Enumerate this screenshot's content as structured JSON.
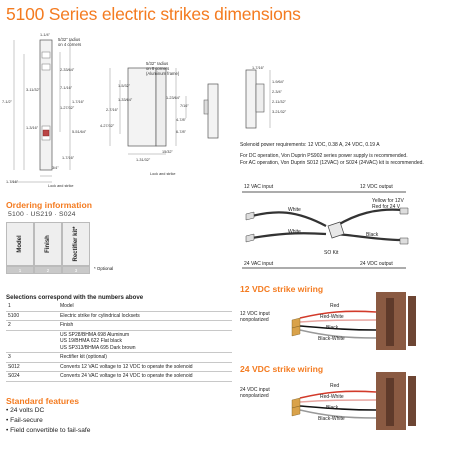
{
  "title": "5100 Series electric strikes dimensions",
  "dims_left": {
    "radius_note": [
      "5/32\" radius",
      "on 4 corners"
    ],
    "top_width": "1-1/4\"",
    "d1": "7-1/2\"",
    "d2": "3-11/32\"",
    "d3": "7-1/16\"",
    "d4": "2-33/64\"",
    "d5": "1-27/32\"",
    "d6": "1-7/16\"",
    "d7": "1-3/16\"",
    "d8": "5-51/64\"",
    "d9": "3/4\"",
    "d10": "1-7/16\"",
    "bottom_width": "1-7/16\"",
    "lock_note": "Lock and strike"
  },
  "dims_mid": {
    "radius_note": [
      "5/32\" radius",
      "on 8 corners",
      "(Aluminum frame)"
    ],
    "d1": "1-5/32\"",
    "d2": "1-33/64\"",
    "d3": "2-7/16\"",
    "d4": "4-27/32\"",
    "d5": "1-23/64\"",
    "d6": "4-7/8\"",
    "d7": "6-7/8\"",
    "d8": "15/32\"",
    "d9": "7/16\"",
    "d10": "1-31/32\"",
    "lock_note": "Lock and strike"
  },
  "dims_right": {
    "d1": "1-7/16\"",
    "d2": "1-9/64\"",
    "d3": "2-3/4\"",
    "d4": "2-11/32\"",
    "d5": "3-21/32\""
  },
  "notes": [
    "Solenoid power requirements: 12 VDC, 0.38 A, 24 VDC, 0.19 A",
    "For DC operation, Von Duprin PS902 series power supply is recommended.",
    "For AC operation, Von Duprin S012 (12VAC) or S024 (24VAC) kit is recommended."
  ],
  "so_kit": {
    "vac12": "12 VAC input",
    "vdc12": "12 VDC output",
    "white1": "White",
    "white2": "White",
    "black": "Black",
    "yellow": [
      "Yellow for 12V",
      "Red for 24 V"
    ],
    "kit": "SO Kit",
    "vac24": "24 VAC input",
    "vdc24": "24 VDC output"
  },
  "ordering": {
    "heading": "Ordering information",
    "code": "5100 · US219 · S024",
    "columns": [
      {
        "label": "Model",
        "num": "1"
      },
      {
        "label": "Finish",
        "num": "2"
      },
      {
        "label": "Rectifier kit*",
        "num": "3"
      }
    ],
    "footnote": "* Optional"
  },
  "selections": {
    "heading": "Selections correspond with the numbers above",
    "rows": [
      {
        "c1": "1",
        "c2": [
          "Model"
        ],
        "bold": true
      },
      {
        "c1": "5100",
        "c2": [
          "Electric strike for cylindrical locksets"
        ]
      },
      {
        "c1": "2",
        "c2": [
          "Finish"
        ]
      },
      {
        "c1": "",
        "c2": [
          "US SP28/BHMA 698 Aluminum",
          "US 19/BHMA 622 Flat black",
          "US SP313/BHMA 695 Dark brown"
        ]
      },
      {
        "c1": "3",
        "c2": [
          "Rectifier kit (optional)"
        ]
      },
      {
        "c1": "S012",
        "c2": [
          "Converts 12 VAC voltage to 12 VDC to operate the solenoid"
        ]
      },
      {
        "c1": "S024",
        "c2": [
          "Converts 24 VAC voltage to 24 VDC to operate the solenoid"
        ]
      }
    ]
  },
  "standard": {
    "heading": "Standard features",
    "items": [
      "24 volts DC",
      "Fail-secure",
      "Field convertible to fail-safe"
    ]
  },
  "wiring12": {
    "heading": "12 VDC strike wiring",
    "input": [
      "12 VDC input",
      "nonpolarized"
    ],
    "wires": [
      "Red",
      "Red-White",
      "Black",
      "Black-White"
    ]
  },
  "wiring24": {
    "heading": "24 VDC strike wiring",
    "input": [
      "24 VDC input",
      "nonpolarized"
    ],
    "wires": [
      "Red",
      "Red-White",
      "Black",
      "Black-White"
    ]
  },
  "colors": {
    "accent": "#f47b20",
    "wire_red": "#d23a2a",
    "wire_black": "#111111",
    "strike_brown": "#7a4a32"
  }
}
